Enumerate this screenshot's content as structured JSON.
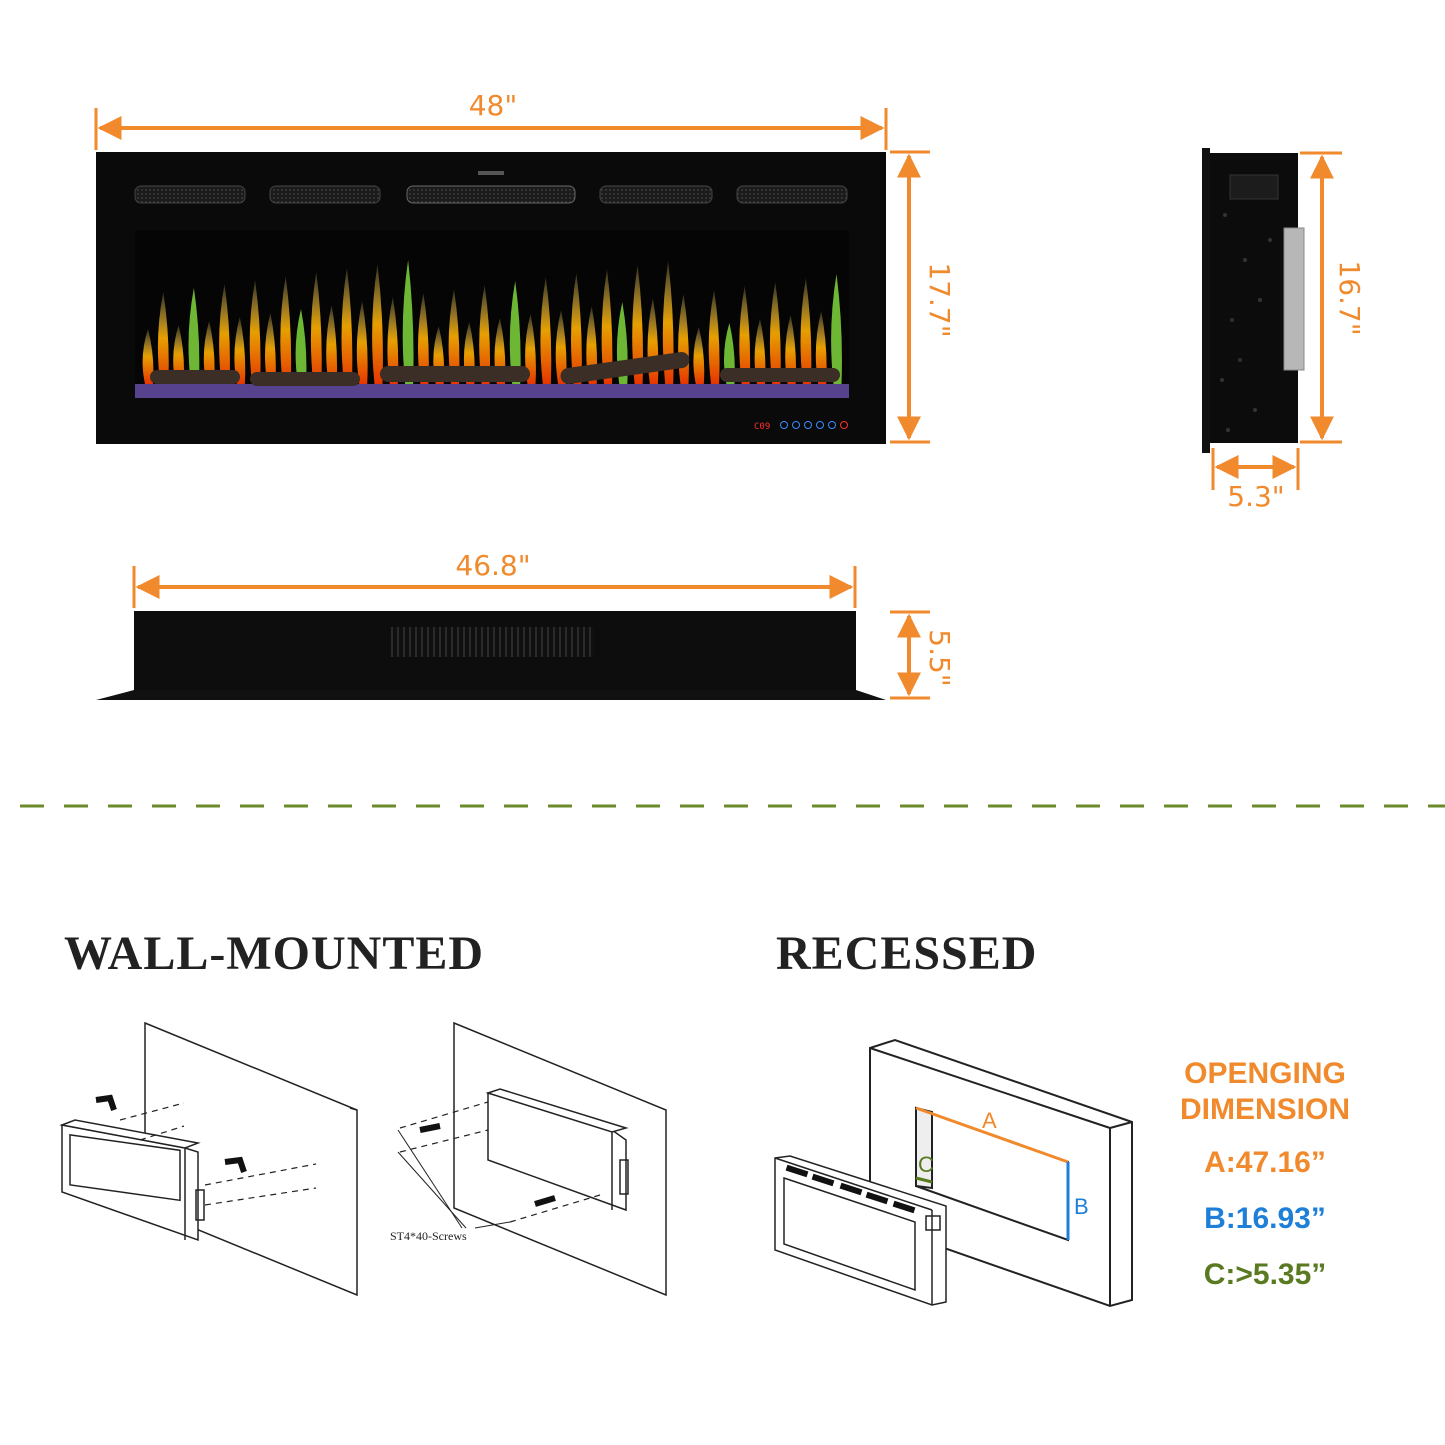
{
  "dimensions": {
    "front_width": "48\"",
    "front_height": "17.7\"",
    "side_height": "16.7\"",
    "side_depth": "5.3\"",
    "bottom_width": "46.8\"",
    "bottom_depth": "5.5\""
  },
  "control_panel": {
    "display": "C09"
  },
  "sections": {
    "wall_mounted": {
      "title": "WALL-MOUNTED",
      "screw_label": "ST4*40-Screws"
    },
    "recessed": {
      "title": "RECESSED",
      "label_a": "A",
      "label_b": "B",
      "label_c": "C"
    }
  },
  "opening": {
    "title_line1": "OPENGING",
    "title_line2": "DIMENSION",
    "a": "A:47.16”",
    "b": "B:16.93”",
    "c": "C:>5.35”"
  },
  "colors": {
    "orange": "#F08A2C",
    "blue": "#1E7FD8",
    "green": "#5A7A22",
    "divider": "#6B8A2A"
  }
}
